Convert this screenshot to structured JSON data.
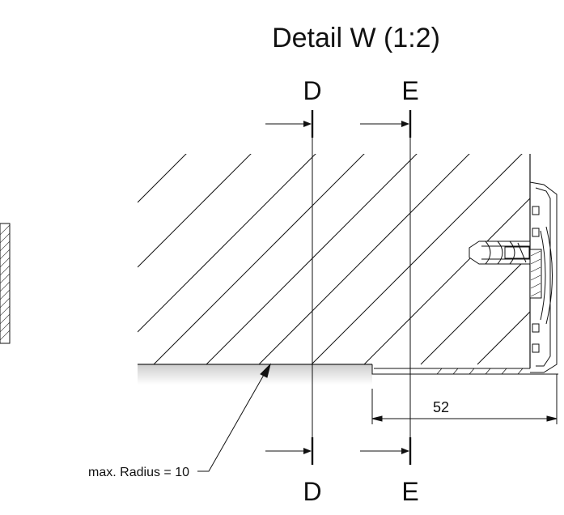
{
  "title": "Detail W (1:2)",
  "section_marks": {
    "d_top": "D",
    "e_top": "E",
    "d_bottom": "D",
    "e_bottom": "E"
  },
  "dimension": {
    "value": "52"
  },
  "annotation": {
    "text": "max. Radius = 10"
  },
  "colors": {
    "line": "#111111",
    "shade": "#e6e6e6",
    "background": "#ffffff"
  }
}
